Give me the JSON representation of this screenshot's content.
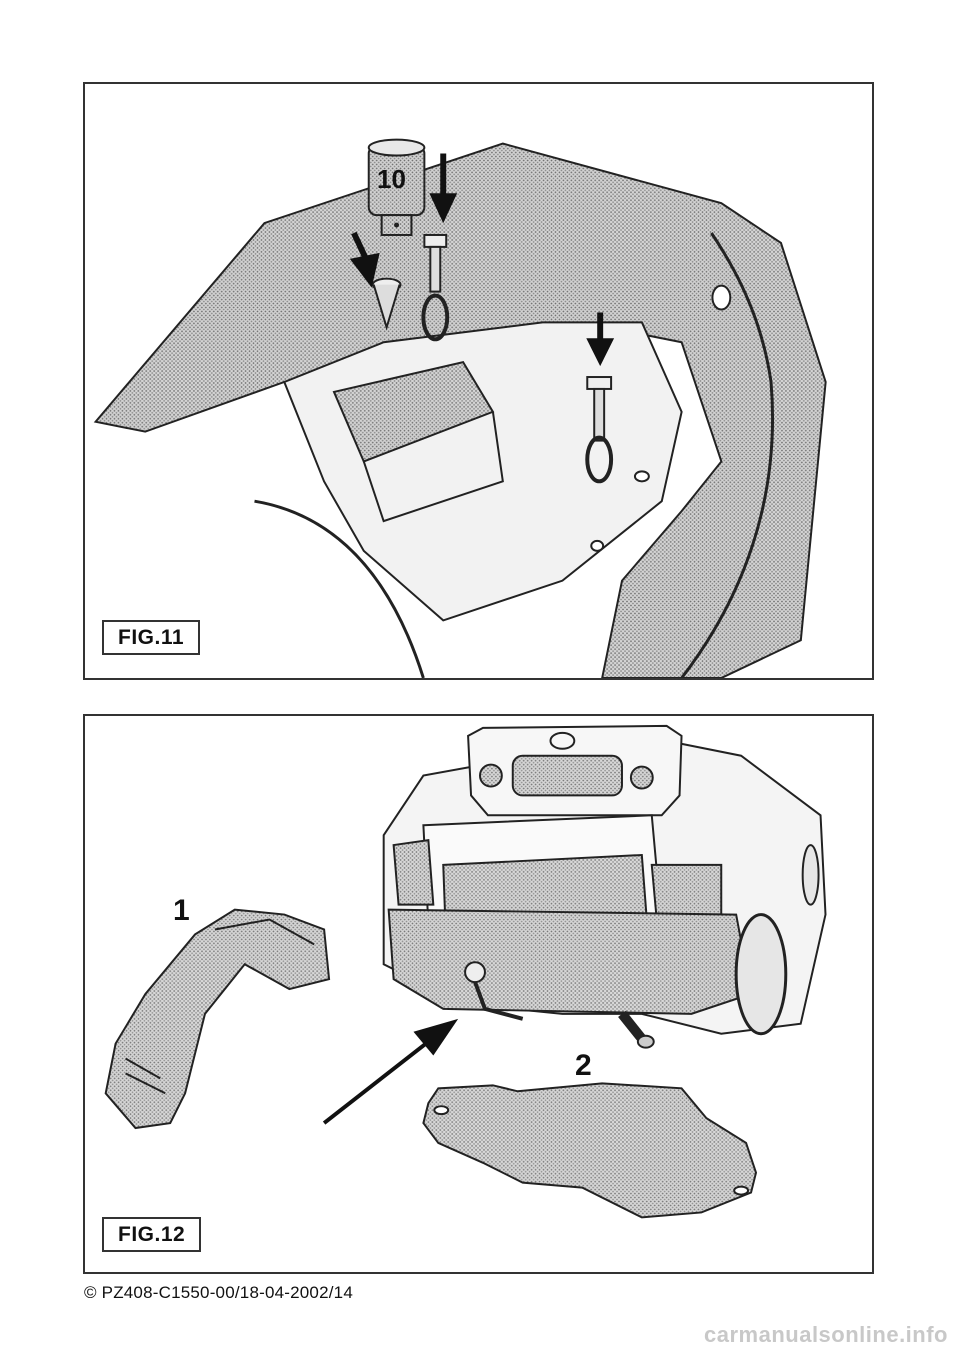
{
  "figures": [
    {
      "label": "FIG.11",
      "socket_size": "10"
    },
    {
      "label": "FIG.12",
      "callouts": [
        "1",
        "2"
      ]
    }
  ],
  "footer": "© PZ408-C1550-00/18-04-2002/14",
  "watermark": "carmanualsonline.info",
  "colors": {
    "line": "#222222",
    "shade": "#b9b9b9",
    "border": "#333333"
  }
}
